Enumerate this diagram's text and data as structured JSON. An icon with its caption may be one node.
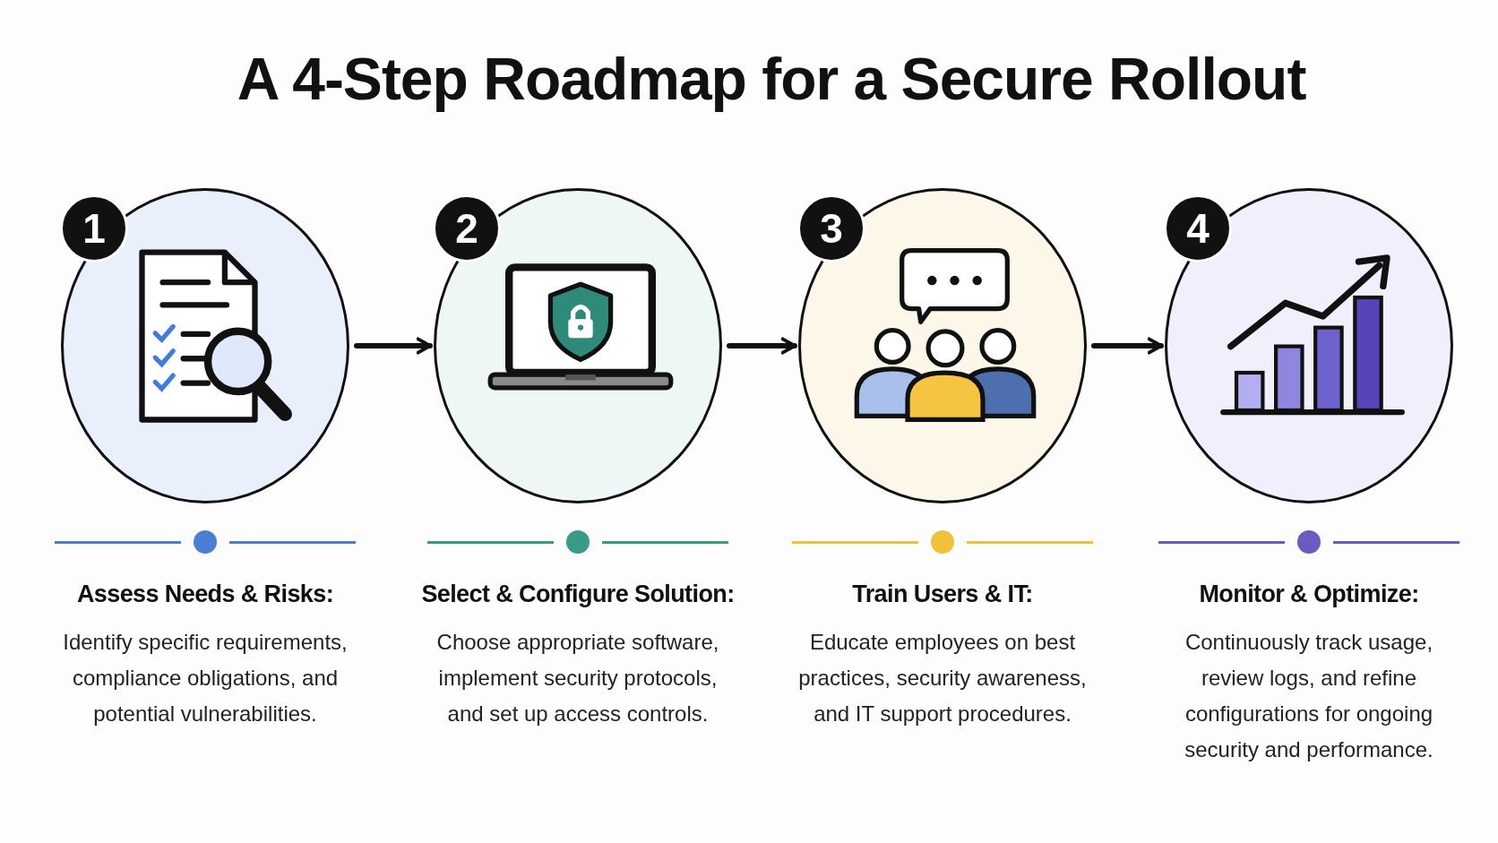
{
  "diagram": {
    "title": "A 4-Step Roadmap for a Secure Rollout",
    "nodes": [
      {
        "text": [
          "1"
        ],
        "beside": [
          "Assess Needs & Risks:",
          "Identify specific requirements, compliance obligations, and potential vulnerabilities."
        ]
      },
      {
        "text": [
          "2"
        ],
        "beside": [
          "Select & Configure Solution:",
          "Choose appropriate software, implement security protocols, and set up access controls."
        ]
      },
      {
        "text": [
          "3"
        ],
        "beside": [
          "Train Users & IT:",
          "Educate employees on best practices, security awareness, and IT support procedures."
        ]
      },
      {
        "text": [
          "4"
        ],
        "beside": [
          "Monitor & Optimize:",
          "Continuously track usage, review logs, and refine configurations for ongoing security and performance."
        ]
      }
    ],
    "edges": [
      {
        "from": 0,
        "to": 1,
        "arrow": "to"
      },
      {
        "from": 1,
        "to": 2,
        "arrow": "to"
      },
      {
        "from": 2,
        "to": 3,
        "arrow": "to"
      }
    ]
  }
}
